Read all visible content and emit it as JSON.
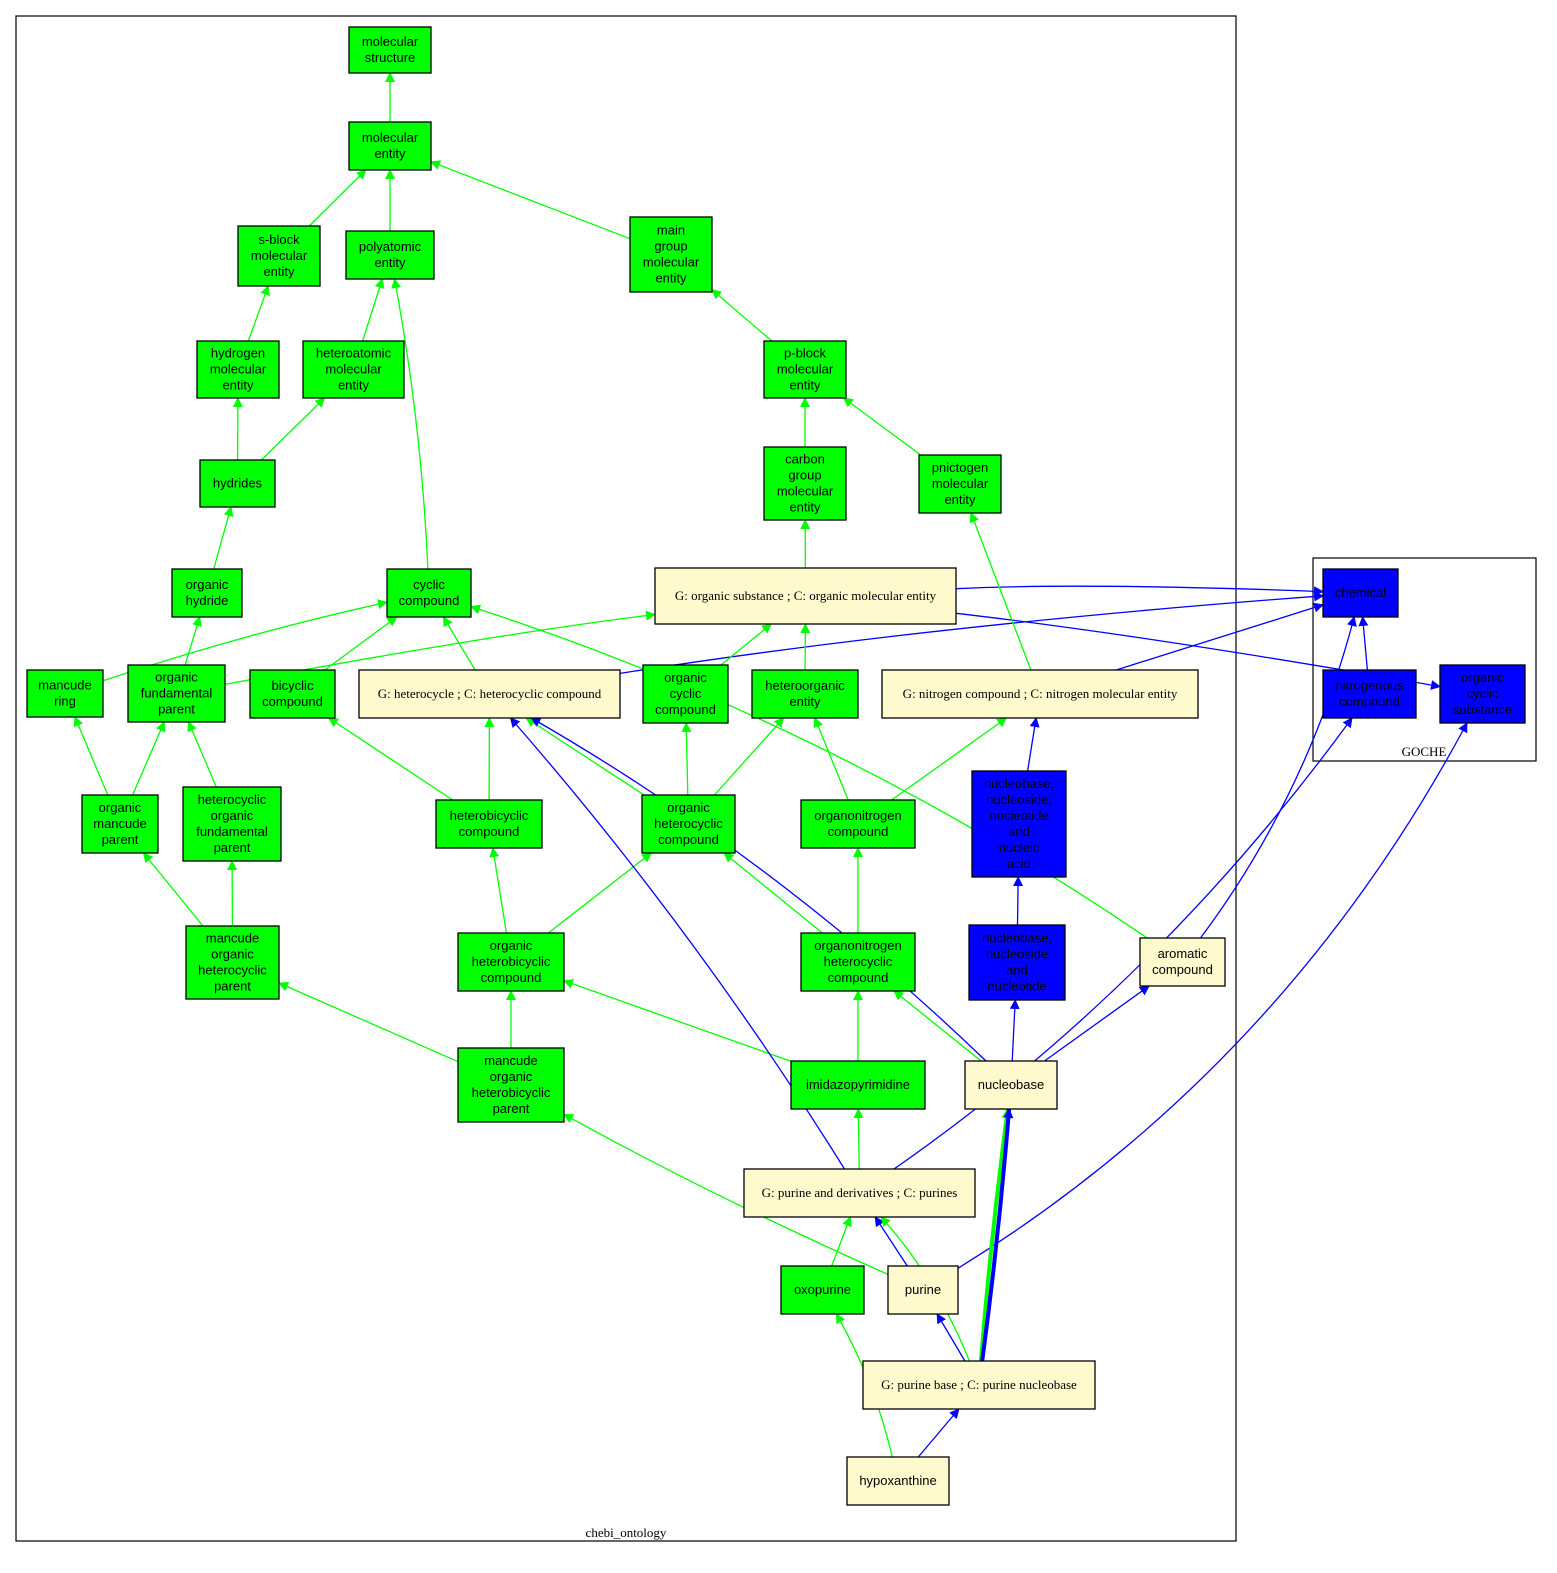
{
  "clusters": {
    "chebi": {
      "label": "chebi_ontology"
    },
    "goche": {
      "label": "GOCHE"
    }
  },
  "colors": {
    "green": "#00ff00",
    "blue": "#0000ff",
    "yellow": "#fffacd",
    "border": "#000000",
    "text_on_blue": "#000000"
  },
  "nodes": [
    {
      "id": "molecular_structure",
      "lines": [
        "molecular",
        "structure"
      ],
      "fill": "green"
    },
    {
      "id": "molecular_entity",
      "lines": [
        "molecular",
        "entity"
      ],
      "fill": "green"
    },
    {
      "id": "s_block",
      "lines": [
        "s-block",
        "molecular",
        "entity"
      ],
      "fill": "green"
    },
    {
      "id": "polyatomic",
      "lines": [
        "polyatomic",
        "entity"
      ],
      "fill": "green"
    },
    {
      "id": "main_group",
      "lines": [
        "main",
        "group",
        "molecular",
        "entity"
      ],
      "fill": "green"
    },
    {
      "id": "hydrogen_me",
      "lines": [
        "hydrogen",
        "molecular",
        "entity"
      ],
      "fill": "green"
    },
    {
      "id": "heteroatomic",
      "lines": [
        "heteroatomic",
        "molecular",
        "entity"
      ],
      "fill": "green"
    },
    {
      "id": "p_block",
      "lines": [
        "p-block",
        "molecular",
        "entity"
      ],
      "fill": "green"
    },
    {
      "id": "hydrides",
      "lines": [
        "hydrides"
      ],
      "fill": "green"
    },
    {
      "id": "carbon_group",
      "lines": [
        "carbon",
        "group",
        "molecular",
        "entity"
      ],
      "fill": "green"
    },
    {
      "id": "pnictogen",
      "lines": [
        "pnictogen",
        "molecular",
        "entity"
      ],
      "fill": "green"
    },
    {
      "id": "organic_hydride",
      "lines": [
        "organic",
        "hydride"
      ],
      "fill": "green"
    },
    {
      "id": "cyclic_compound",
      "lines": [
        "cyclic",
        "compound"
      ],
      "fill": "green"
    },
    {
      "id": "organic_substance",
      "lines": [
        "G: organic substance ; C: organic molecular entity"
      ],
      "fill": "yellow",
      "serif": true
    },
    {
      "id": "chemical",
      "lines": [
        "chemical"
      ],
      "fill": "blue"
    },
    {
      "id": "mancude_ring",
      "lines": [
        "mancude",
        "ring"
      ],
      "fill": "green"
    },
    {
      "id": "organic_fundamental_parent",
      "lines": [
        "organic",
        "fundamental",
        "parent"
      ],
      "fill": "green"
    },
    {
      "id": "bicyclic_compound",
      "lines": [
        "bicyclic",
        "compound"
      ],
      "fill": "green"
    },
    {
      "id": "heterocycle",
      "lines": [
        "G: heterocycle ; C: heterocyclic compound"
      ],
      "fill": "yellow",
      "serif": true
    },
    {
      "id": "organic_cyclic_compound",
      "lines": [
        "organic",
        "cyclic",
        "compound"
      ],
      "fill": "green"
    },
    {
      "id": "heteroorganic",
      "lines": [
        "heteroorganic",
        "entity"
      ],
      "fill": "green"
    },
    {
      "id": "nitrogen_compound",
      "lines": [
        "G: nitrogen compound ; C: nitrogen molecular entity"
      ],
      "fill": "yellow",
      "serif": true
    },
    {
      "id": "nitrogenous_compound",
      "lines": [
        "nitrogenous",
        "compound"
      ],
      "fill": "blue"
    },
    {
      "id": "organic_cyclic_substance",
      "lines": [
        "organic",
        "cyclic",
        "substance"
      ],
      "fill": "blue"
    },
    {
      "id": "organic_mancude_parent",
      "lines": [
        "organic",
        "mancude",
        "parent"
      ],
      "fill": "green"
    },
    {
      "id": "heterocyclic_ofp",
      "lines": [
        "heterocyclic",
        "organic",
        "fundamental",
        "parent"
      ],
      "fill": "green"
    },
    {
      "id": "heterobicyclic",
      "lines": [
        "heterobicyclic",
        "compound"
      ],
      "fill": "green"
    },
    {
      "id": "organic_heterocyclic",
      "lines": [
        "organic",
        "heterocyclic",
        "compound"
      ],
      "fill": "green"
    },
    {
      "id": "organonitrogen",
      "lines": [
        "organonitrogen",
        "compound"
      ],
      "fill": "green"
    },
    {
      "id": "nnna",
      "lines": [
        "nucleobase,",
        "nucleoside,",
        "nucleotide",
        "and",
        "nucleic",
        "acid"
      ],
      "fill": "blue"
    },
    {
      "id": "mancude_ohp",
      "lines": [
        "mancude",
        "organic",
        "heterocyclic",
        "parent"
      ],
      "fill": "green"
    },
    {
      "id": "organic_heterobicyclic",
      "lines": [
        "organic",
        "heterobicyclic",
        "compound"
      ],
      "fill": "green"
    },
    {
      "id": "organonitrogen_hetero",
      "lines": [
        "organonitrogen",
        "heterocyclic",
        "compound"
      ],
      "fill": "green"
    },
    {
      "id": "nnn",
      "lines": [
        "nucleobase,",
        "nucleoside",
        "and",
        "nucleotide"
      ],
      "fill": "blue"
    },
    {
      "id": "aromatic",
      "lines": [
        "aromatic",
        "compound"
      ],
      "fill": "yellow"
    },
    {
      "id": "mancude_ohbp",
      "lines": [
        "mancude",
        "organic",
        "heterobicyclic",
        "parent"
      ],
      "fill": "green"
    },
    {
      "id": "imidazopyrimidine",
      "lines": [
        "imidazopyrimidine"
      ],
      "fill": "green"
    },
    {
      "id": "nucleobase",
      "lines": [
        "nucleobase"
      ],
      "fill": "yellow"
    },
    {
      "id": "purines",
      "lines": [
        "G: purine and derivatives ; C: purines"
      ],
      "fill": "yellow",
      "serif": true
    },
    {
      "id": "oxopurine",
      "lines": [
        "oxopurine"
      ],
      "fill": "green"
    },
    {
      "id": "purine",
      "lines": [
        "purine"
      ],
      "fill": "yellow"
    },
    {
      "id": "purine_base",
      "lines": [
        "G: purine base ; C: purine nucleobase"
      ],
      "fill": "yellow",
      "serif": true
    },
    {
      "id": "hypoxanthine",
      "lines": [
        "hypoxanthine"
      ],
      "fill": "yellow"
    }
  ],
  "edges": [
    {
      "from": "molecular_entity",
      "to": "molecular_structure",
      "color": "green"
    },
    {
      "from": "s_block",
      "to": "molecular_entity",
      "color": "green"
    },
    {
      "from": "polyatomic",
      "to": "molecular_entity",
      "color": "green"
    },
    {
      "from": "main_group",
      "to": "molecular_entity",
      "color": "green"
    },
    {
      "from": "hydrogen_me",
      "to": "s_block",
      "color": "green"
    },
    {
      "from": "heteroatomic",
      "to": "polyatomic",
      "color": "green"
    },
    {
      "from": "p_block",
      "to": "main_group",
      "color": "green"
    },
    {
      "from": "hydrides",
      "to": "hydrogen_me",
      "color": "green"
    },
    {
      "from": "hydrides",
      "to": "heteroatomic",
      "color": "green"
    },
    {
      "from": "carbon_group",
      "to": "p_block",
      "color": "green"
    },
    {
      "from": "pnictogen",
      "to": "p_block",
      "color": "green"
    },
    {
      "from": "organic_hydride",
      "to": "hydrides",
      "color": "green"
    },
    {
      "from": "cyclic_compound",
      "to": "polyatomic",
      "color": "green"
    },
    {
      "from": "organic_substance",
      "to": "carbon_group",
      "color": "green"
    },
    {
      "from": "organic_substance",
      "to": "chemical",
      "color": "blue"
    },
    {
      "from": "organic_substance",
      "to": "organic_cyclic_substance",
      "color": "blue"
    },
    {
      "from": "mancude_ring",
      "to": "cyclic_compound",
      "color": "green"
    },
    {
      "from": "organic_fundamental_parent",
      "to": "organic_hydride",
      "color": "green"
    },
    {
      "from": "organic_fundamental_parent",
      "to": "organic_substance",
      "color": "green"
    },
    {
      "from": "bicyclic_compound",
      "to": "cyclic_compound",
      "color": "green"
    },
    {
      "from": "heterocycle",
      "to": "cyclic_compound",
      "color": "green"
    },
    {
      "from": "heterocycle",
      "to": "chemical",
      "color": "blue"
    },
    {
      "from": "organic_cyclic_compound",
      "to": "organic_substance",
      "color": "green"
    },
    {
      "from": "heteroorganic",
      "to": "organic_substance",
      "color": "green"
    },
    {
      "from": "nitrogen_compound",
      "to": "pnictogen",
      "color": "green"
    },
    {
      "from": "nitrogen_compound",
      "to": "chemical",
      "color": "blue"
    },
    {
      "from": "nitrogenous_compound",
      "to": "chemical",
      "color": "blue"
    },
    {
      "from": "organic_mancude_parent",
      "to": "mancude_ring",
      "color": "green"
    },
    {
      "from": "organic_mancude_parent",
      "to": "organic_fundamental_parent",
      "color": "green"
    },
    {
      "from": "heterocyclic_ofp",
      "to": "organic_fundamental_parent",
      "color": "green"
    },
    {
      "from": "heterobicyclic",
      "to": "bicyclic_compound",
      "color": "green"
    },
    {
      "from": "heterobicyclic",
      "to": "heterocycle",
      "color": "green"
    },
    {
      "from": "organic_heterocyclic",
      "to": "heterocycle",
      "color": "green"
    },
    {
      "from": "organic_heterocyclic",
      "to": "organic_cyclic_compound",
      "color": "green"
    },
    {
      "from": "organic_heterocyclic",
      "to": "heteroorganic",
      "color": "green"
    },
    {
      "from": "organonitrogen",
      "to": "heteroorganic",
      "color": "green"
    },
    {
      "from": "organonitrogen",
      "to": "nitrogen_compound",
      "color": "green"
    },
    {
      "from": "nnna",
      "to": "nitrogen_compound",
      "color": "blue"
    },
    {
      "from": "mancude_ohp",
      "to": "organic_mancude_parent",
      "color": "green"
    },
    {
      "from": "mancude_ohp",
      "to": "heterocyclic_ofp",
      "color": "green"
    },
    {
      "from": "organic_heterobicyclic",
      "to": "heterobicyclic",
      "color": "green"
    },
    {
      "from": "organic_heterobicyclic",
      "to": "organic_heterocyclic",
      "color": "green"
    },
    {
      "from": "organonitrogen_hetero",
      "to": "organic_heterocyclic",
      "color": "green"
    },
    {
      "from": "organonitrogen_hetero",
      "to": "organonitrogen",
      "color": "green"
    },
    {
      "from": "nnn",
      "to": "nnna",
      "color": "blue"
    },
    {
      "from": "aromatic",
      "to": "cyclic_compound",
      "color": "green"
    },
    {
      "from": "aromatic",
      "to": "chemical",
      "color": "blue"
    },
    {
      "from": "mancude_ohbp",
      "to": "mancude_ohp",
      "color": "green"
    },
    {
      "from": "mancude_ohbp",
      "to": "organic_heterobicyclic",
      "color": "green"
    },
    {
      "from": "imidazopyrimidine",
      "to": "organic_heterobicyclic",
      "color": "green"
    },
    {
      "from": "imidazopyrimidine",
      "to": "organonitrogen_hetero",
      "color": "green"
    },
    {
      "from": "nucleobase",
      "to": "organonitrogen_hetero",
      "color": "green"
    },
    {
      "from": "nucleobase",
      "to": "heterocycle",
      "color": "blue"
    },
    {
      "from": "nucleobase",
      "to": "nnn",
      "color": "blue"
    },
    {
      "from": "nucleobase",
      "to": "aromatic",
      "color": "blue"
    },
    {
      "from": "purines",
      "to": "imidazopyrimidine",
      "color": "green"
    },
    {
      "from": "purines",
      "to": "heterocycle",
      "color": "blue"
    },
    {
      "from": "purines",
      "to": "nitrogenous_compound",
      "color": "blue"
    },
    {
      "from": "oxopurine",
      "to": "purines",
      "color": "green"
    },
    {
      "from": "purine",
      "to": "mancude_ohbp",
      "color": "green"
    },
    {
      "from": "purine",
      "to": "purines",
      "color": "blue"
    },
    {
      "from": "purine",
      "to": "organic_cyclic_substance",
      "color": "blue"
    },
    {
      "from": "purine_base",
      "to": "purine",
      "color": "blue"
    },
    {
      "from": "purine_base",
      "to": "purines",
      "color": "green"
    },
    {
      "from": "purine_base",
      "to": "nucleobase",
      "color": "green",
      "bold": true
    },
    {
      "from": "purine_base",
      "to": "nucleobase",
      "color": "blue",
      "bold": true
    },
    {
      "from": "hypoxanthine",
      "to": "oxopurine",
      "color": "green"
    },
    {
      "from": "hypoxanthine",
      "to": "purine_base",
      "color": "blue"
    }
  ]
}
